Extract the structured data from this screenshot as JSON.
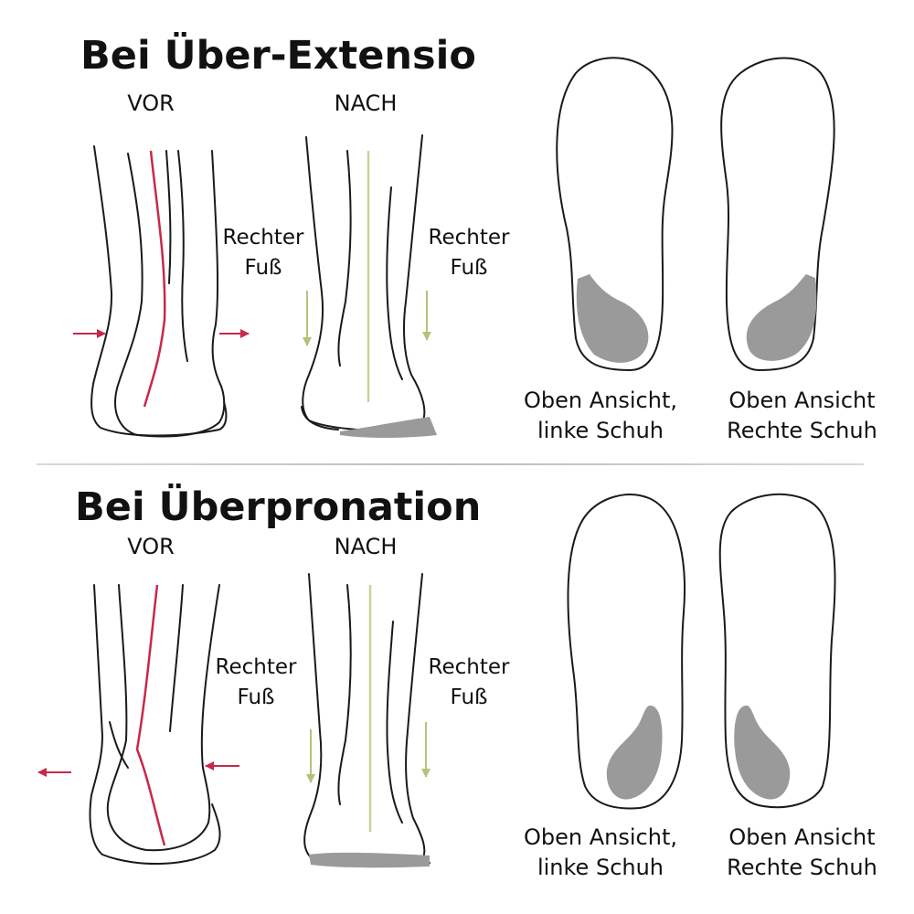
{
  "sections": [
    {
      "title": "Bei Über-Extensio",
      "before_label": "VOR",
      "after_label": "NACH",
      "before_foot": [
        "Rechter",
        "Fuß"
      ],
      "after_foot": [
        "Rechter",
        "Fuß"
      ],
      "left_caption": [
        "Oben Ansicht,",
        "linke Schuh"
      ],
      "right_caption": [
        "Oben Ansicht",
        "Rechte Schuh"
      ]
    },
    {
      "title": "Bei Überpronation",
      "before_label": "VOR",
      "after_label": "NACH",
      "before_foot": [
        "Rechter",
        "Fuß"
      ],
      "after_foot": [
        "Rechter",
        "Fuß"
      ],
      "left_caption": [
        "Oben Ansicht,",
        "linke Schuh"
      ],
      "right_caption": [
        "Oben Ansicht",
        "Rechte Schuh"
      ]
    }
  ],
  "colors": {
    "tendon_red": "#c8284a",
    "alignment_green": "#c9d19a",
    "heel_pad_gray": "#9a9a9a",
    "outline": "#1a1a1a"
  }
}
